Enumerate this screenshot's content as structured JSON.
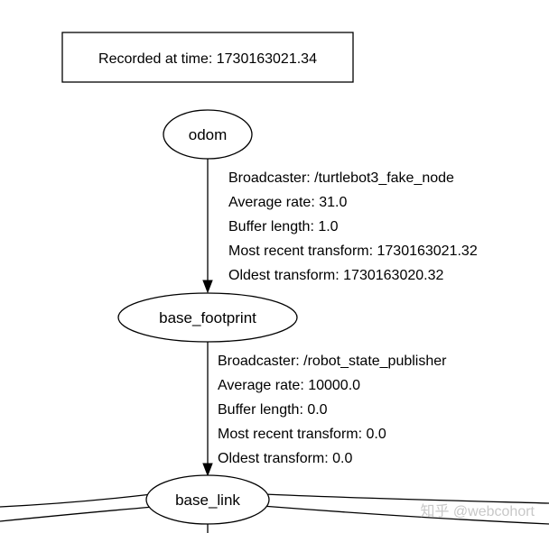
{
  "header": {
    "recorded_label": "Recorded at time: 1730163021.34"
  },
  "nodes": {
    "odom": "odom",
    "base_footprint": "base_footprint",
    "base_link": "base_link"
  },
  "edges": {
    "odom_to_base_footprint": {
      "broadcaster": "Broadcaster: /turtlebot3_fake_node",
      "average_rate": "Average rate: 31.0",
      "buffer_length": "Buffer length: 1.0",
      "most_recent": "Most recent transform: 1730163021.32",
      "oldest": "Oldest transform: 1730163020.32"
    },
    "base_footprint_to_base_link": {
      "broadcaster": "Broadcaster: /robot_state_publisher",
      "average_rate": "Average rate: 10000.0",
      "buffer_length": "Buffer length: 0.0",
      "most_recent": "Most recent transform: 0.0",
      "oldest": "Oldest transform: 0.0"
    }
  },
  "watermark": "知乎 @webcohort"
}
